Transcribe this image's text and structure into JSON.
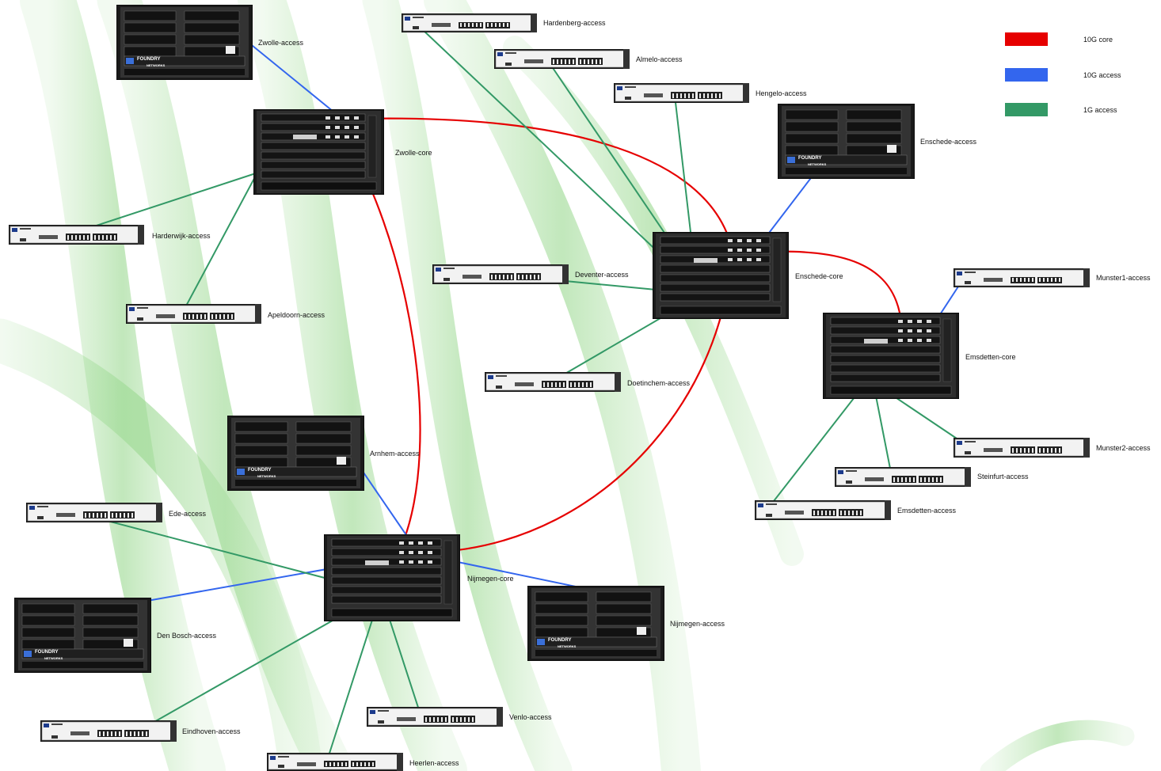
{
  "colors": {
    "core": "#e60000",
    "access10g": "#3366ee",
    "access1g": "#339966"
  },
  "legend": [
    {
      "label": "10G core",
      "color": "#e60000"
    },
    {
      "label": "10G access",
      "color": "#3366ee"
    },
    {
      "label": "1G access",
      "color": "#339966"
    }
  ],
  "brand": {
    "vendor": "FOUNDRY",
    "sub": "NETWORKS"
  },
  "devices": {
    "zwolle_access": "Zwolle-access",
    "zwolle_core": "Zwolle-core",
    "hardenberg_access": "Hardenberg-access",
    "almelo_access": "Almelo-access",
    "hengelo_access": "Hengelo-access",
    "enschede_access": "Enschede-access",
    "enschede_core": "Enschede-core",
    "harderwijk_access": "Harderwijk-access",
    "apeldoorn_access": "Apeldoorn-access",
    "deventer_access": "Deventer-access",
    "doetinchem_access": "Doetinchem-access",
    "munster1_access": "Munster1-access",
    "emsdetten_core": "Emsdetten-core",
    "munster2_access": "Munster2-access",
    "steinfurt_access": "Steinfurt-access",
    "emsdetten_access": "Emsdetten-access",
    "arnhem_access": "Arnhem-access",
    "ede_access": "Ede-access",
    "nijmegen_core": "Nijmegen-core",
    "nijmegen_access": "Nijmegen-access",
    "denbosch_access": "Den Bosch-access",
    "venlo_access": "Venlo-access",
    "eindhoven_access": "Eindhoven-access",
    "heerlen_access": "Heerlen-access"
  }
}
